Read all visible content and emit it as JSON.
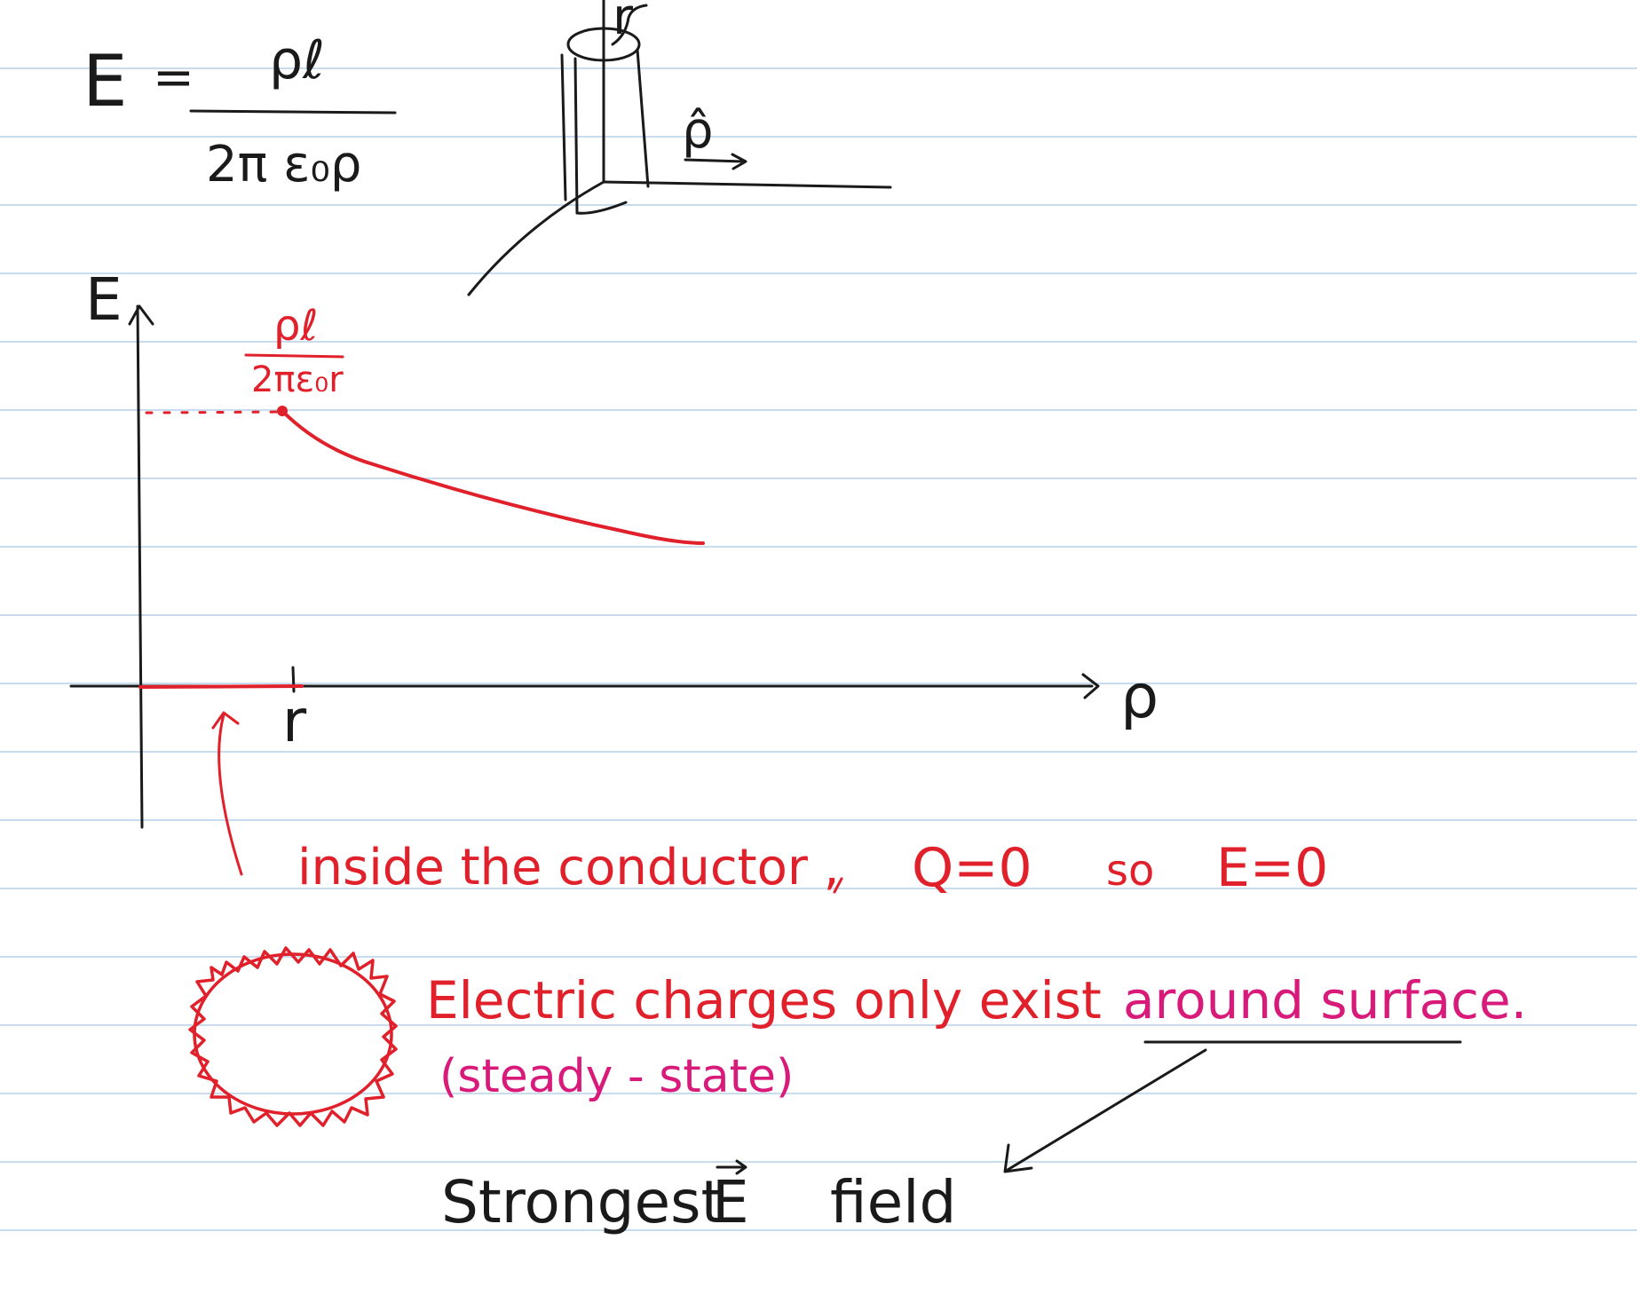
{
  "notes": {
    "formula": {
      "lhs": "E",
      "equals": "=",
      "numerator": "ρℓ",
      "denominator": "2π ε₀ρ"
    },
    "cylinder_sketch": {
      "radius_label": "r",
      "unit_vector_label": "ρ̂"
    },
    "graph": {
      "y_axis_label": "E",
      "x_axis_label": "ρ",
      "x_tick_label": "r",
      "peak_numerator": "ρℓ",
      "peak_denominator": "2πε₀r"
    },
    "annotation_inside": "inside the conductor ,",
    "annotation_q": "Q=0",
    "annotation_so": "so",
    "annotation_e": "E=0",
    "charges_line_red": "Electric charges only exist",
    "charges_line_pink": "around surface.",
    "steady_state": "(steady - state)",
    "strongest": "Strongest",
    "e_vector": "E",
    "field": "field"
  },
  "colors": {
    "ink_black": "#1a1a1a",
    "ink_red": "#e0202a",
    "ink_pink": "#d81b7a",
    "rule_line": "#c9dcee"
  }
}
